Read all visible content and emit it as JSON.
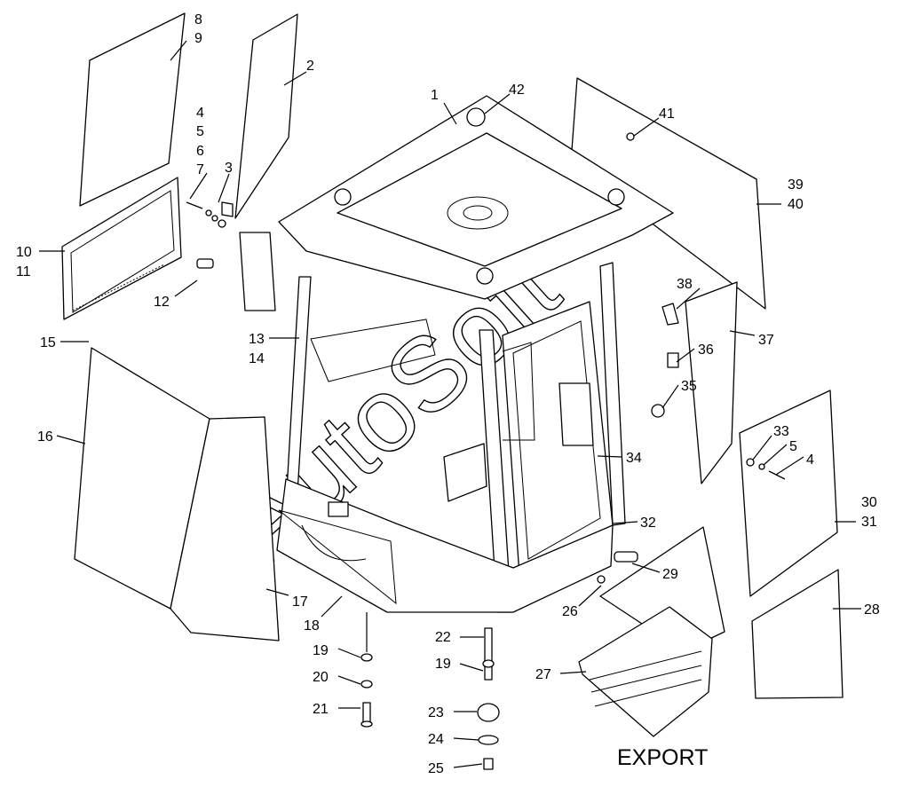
{
  "diagram": {
    "caption": "EXPORT",
    "watermark": "AutoSoft",
    "callouts": [
      "8",
      "9",
      "2",
      "4",
      "5",
      "6",
      "7",
      "3",
      "1",
      "42",
      "41",
      "39",
      "40",
      "10",
      "11",
      "12",
      "15",
      "13",
      "14",
      "38",
      "37",
      "36",
      "35",
      "16",
      "33",
      "5",
      "4",
      "34",
      "30",
      "31",
      "32",
      "29",
      "28",
      "26",
      "17",
      "18",
      "22",
      "19",
      "19",
      "20",
      "21",
      "23",
      "24",
      "25",
      "27"
    ]
  }
}
